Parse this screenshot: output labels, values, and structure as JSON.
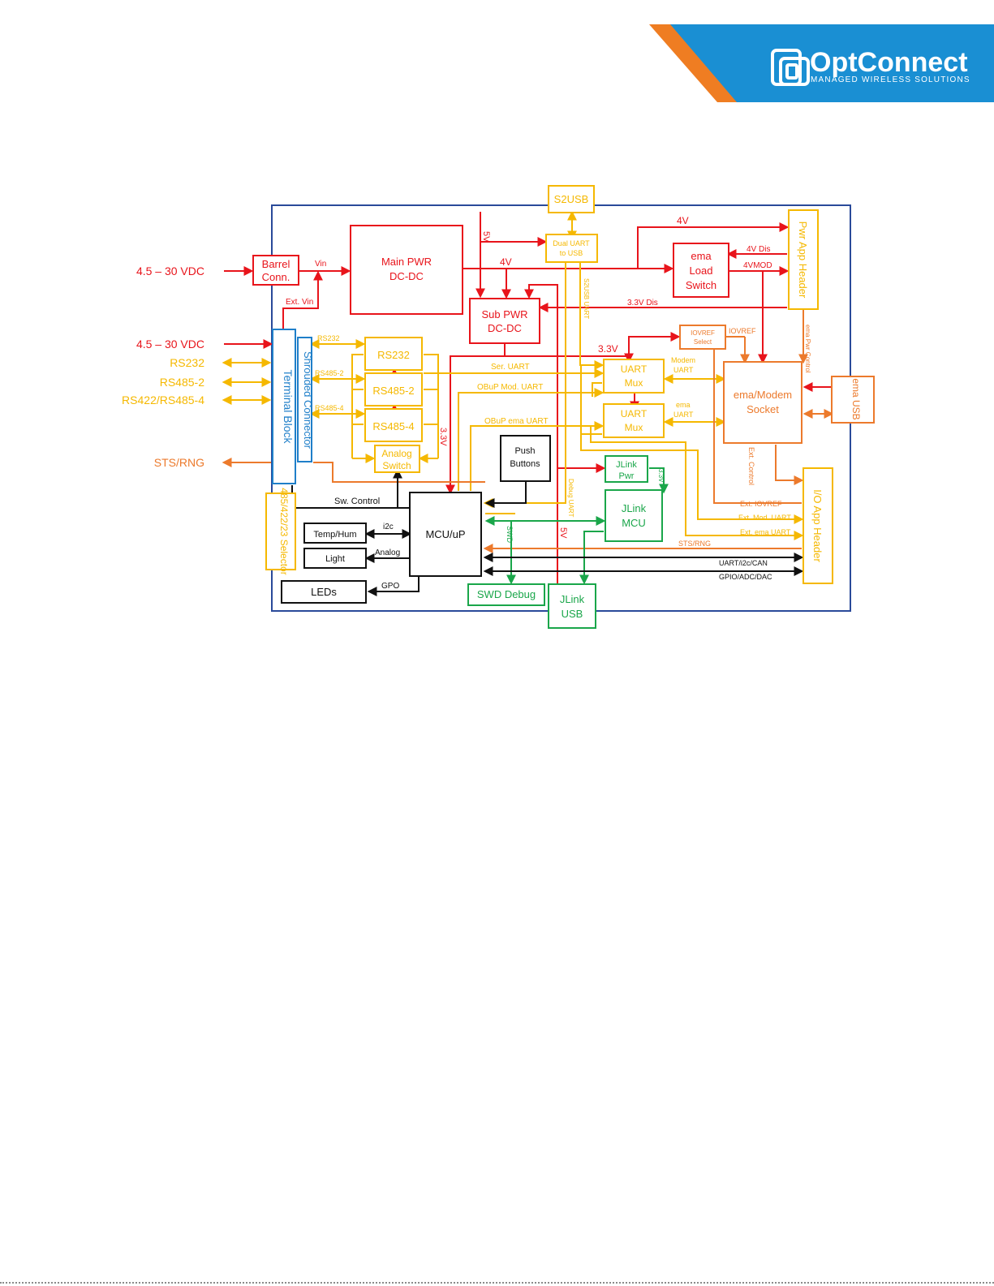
{
  "colors": {
    "power": "#e8141b",
    "serial": "#f5b800",
    "orange": "#ec7a2c",
    "blue": "#1f7fc9",
    "green": "#1aa64a",
    "black": "#111111",
    "frame": "#2a4a9a",
    "brand_blue": "#1a8fd3",
    "brand_orange": "#ef7d22"
  },
  "logo": {
    "name": "OptConnect",
    "tagline": "MANAGED WIRELESS SOLUTIONS"
  },
  "external": {
    "power_in_1": "4.5 – 30 VDC",
    "power_in_2": "4.5 – 30 VDC",
    "rs232": "RS232",
    "rs485_2": "RS485-2",
    "rs422_485_4": "RS422/RS485-4",
    "sts_rng": "STS/RNG"
  },
  "blocks": {
    "barrel": [
      "Barrel",
      "Conn."
    ],
    "main_pwr": [
      "Main PWR",
      "DC-DC"
    ],
    "s2usb": "S2USB",
    "dual_uart": [
      "Dual UART",
      "to USB"
    ],
    "ema_load": [
      "ema",
      "Load",
      "Switch"
    ],
    "pwr_app_header": "Pwr App Header",
    "sub_pwr": [
      "Sub PWR",
      "DC-DC"
    ],
    "iovref_select": [
      "IOVREF",
      "Select"
    ],
    "terminal_block": "Terminal Block",
    "shrouded": "Shrouded Connector",
    "rs232": "RS232",
    "rs485_2": "RS485-2",
    "rs485_4": "RS485-4",
    "analog_switch": [
      "Analog",
      "Switch"
    ],
    "uart_mux_1": [
      "UART",
      "Mux"
    ],
    "uart_mux_2": [
      "UART",
      "Mux"
    ],
    "ema_modem": [
      "ema/Modem",
      "Socket"
    ],
    "ema_usb": "ema USB",
    "push_buttons": [
      "Push",
      "Buttons"
    ],
    "jlink_pwr": [
      "JLink",
      "Pwr"
    ],
    "jlink_mcu": [
      "JLink",
      "MCU"
    ],
    "selector": "485/422/23 Selector",
    "mcu": "MCU/uP",
    "temp_hum": "Temp/Hum",
    "light": "Light",
    "leds": "LEDs",
    "swd_debug": "SWD Debug",
    "jlink_usb": [
      "JLink",
      "USB"
    ],
    "io_app_header": "I/O App Header"
  },
  "signals": {
    "vin": "Vin",
    "ext_vin": "Ext. Vin",
    "v5_top": "5V",
    "v4_main": "4V",
    "v4_top": "4V",
    "v4_dis": "4V Dis",
    "v4mod": "4VMOD",
    "v33_dis": "3.3V Dis",
    "v33": "3.3V",
    "v33_vert": "3.3V",
    "s2usb_uart": "S2USB UART",
    "iovref": "IOVREF",
    "ema_pwr_control": "ema Pwr Control",
    "rs232_bus": "RS232",
    "rs485_2_bus": "RS485-2",
    "rs485_4_bus": "RS485-4",
    "ser_uart": "Ser. UART",
    "obup_mod_uart": "OBuP Mod. UART",
    "obup_ema_uart": "OBuP  ema UART",
    "modem_uart": [
      "Modem",
      "UART"
    ],
    "ema_uart": [
      "ema",
      "UART"
    ],
    "ext_control": "Ext. Control",
    "debug_uart": "Debug UART",
    "jlink_33v": "3.3V",
    "sw_control": "Sw. Control",
    "i2c": "i2c",
    "analog": "Analog",
    "gpo": "GPO",
    "swd": "SWD",
    "v5_bottom": "5V",
    "ext_iovref": "Ext. IOVREF",
    "ext_mod_uart": "Ext. Mod. UART",
    "ext_ema_uart": "Ext. ema UART",
    "sts_rng": "STS/RNG",
    "uart_i2c_can": "UART/i2c/CAN",
    "gpio_adc_dac": "GPIO/ADC/DAC"
  }
}
